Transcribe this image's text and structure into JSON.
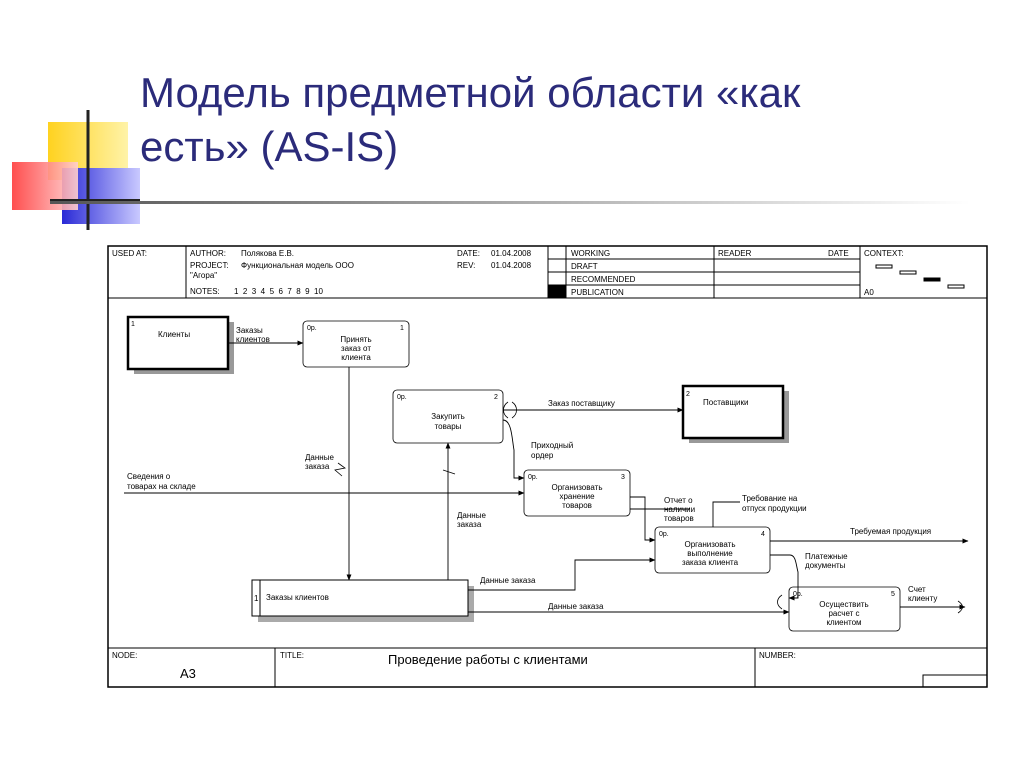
{
  "slide": {
    "title_line1": "Модель предметной области «как",
    "title_line2": "есть» (AS-IS)"
  },
  "header": {
    "used_at": "USED AT:",
    "author_label": "AUTHOR:",
    "author_value": "Полякова Е.В.",
    "project_label": "PROJECT:",
    "project_value_line1": "Функциональная модель ООО",
    "project_value_line2": "\"Агора\"",
    "notes_label": "NOTES:",
    "notes_value": "1  2  3  4  5  6  7  8  9  10",
    "date_label": "DATE:",
    "date_value": "01.04.2008",
    "rev_label": "REV:",
    "rev_value": "01.04.2008",
    "status": [
      "WORKING",
      "DRAFT",
      "RECOMMENDED",
      "PUBLICATION"
    ],
    "reader_label": "READER",
    "reader_date_label": "DATE",
    "context_label": "CONTEXT:",
    "context_node": "A0"
  },
  "entities": {
    "clients": {
      "num": "1",
      "label": "Клиенты"
    },
    "suppliers": {
      "num": "2",
      "label": "Поставщики"
    }
  },
  "store": {
    "num": "1",
    "label": "Заказы клиентов"
  },
  "processes": [
    {
      "op": "0р.",
      "num": "1",
      "lines": [
        "Принять",
        "заказ от",
        "клиента"
      ]
    },
    {
      "op": "0р.",
      "num": "2",
      "lines": [
        "Закупить",
        "товары"
      ]
    },
    {
      "op": "0р.",
      "num": "3",
      "lines": [
        "Организовать",
        "хранение",
        "товаров"
      ]
    },
    {
      "op": "0р.",
      "num": "4",
      "lines": [
        "Организовать",
        "выполнение",
        "заказа клиента"
      ]
    },
    {
      "op": "0р.",
      "num": "5",
      "lines": [
        "Осуществить",
        "расчет с",
        "клиентом"
      ]
    }
  ],
  "flows": {
    "client_orders": [
      "Заказы",
      "клиентов"
    ],
    "order_data_1": [
      "Данные",
      "заказа"
    ],
    "supplier_order": "Заказ поставщику",
    "incoming_order": [
      "Приходный",
      "ордер"
    ],
    "warehouse_info": [
      "Сведения о",
      "товарах на складе"
    ],
    "order_data_2": [
      "Данные",
      "заказа"
    ],
    "goods_report": [
      "Отчет о",
      "наличии",
      "товаров"
    ],
    "release_request": [
      "Требование на",
      "отпуск продукции"
    ],
    "required_product": "Требуемая продукция",
    "payment_docs": [
      "Платежные",
      "документы"
    ],
    "order_data_3": "Данные заказа",
    "order_data_4": "Данные заказа",
    "invoice": [
      "Счет",
      "клиенту"
    ]
  },
  "footer": {
    "node_label": "NODE:",
    "node_value": "A3",
    "title_label": "TITLE:",
    "title_value": "Проведение работы с клиентами",
    "number_label": "NUMBER:"
  }
}
